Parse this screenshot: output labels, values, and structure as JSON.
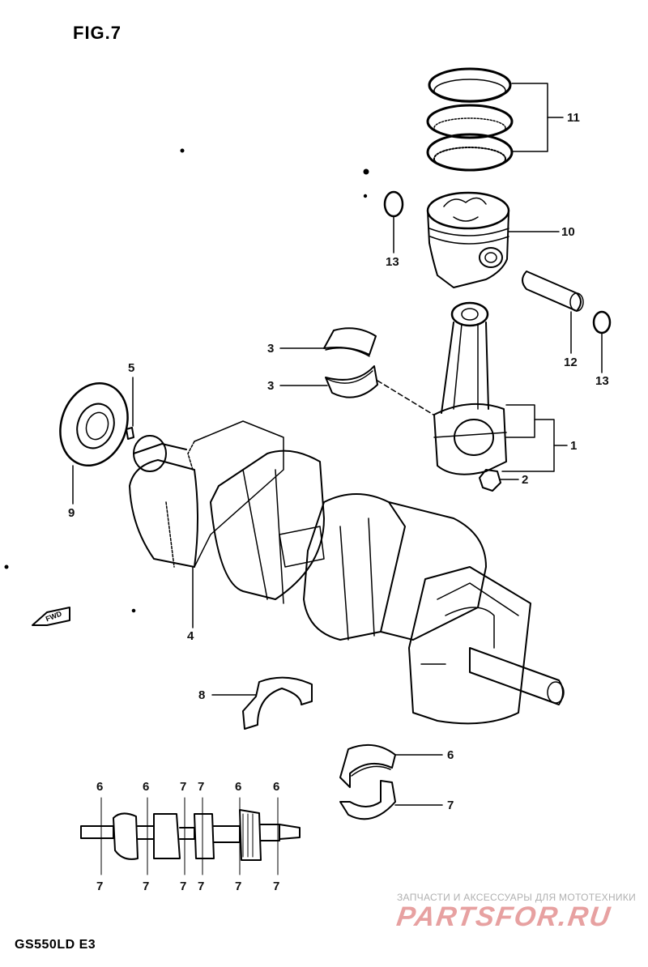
{
  "figure": {
    "title": "FIG.7",
    "model": "GS550LD  E3"
  },
  "fwd_label": "FWD",
  "watermark": {
    "caption": "ЗАПЧАСТИ И АКСЕССУАРЫ ДЛЯ МОТОТЕХНИКИ",
    "brand": "PARTSFOR.RU"
  },
  "callouts": {
    "c1": "1",
    "c2": "2",
    "c3a": "3",
    "c3b": "3",
    "c4": "4",
    "c5": "5",
    "c6": "6",
    "c7": "7",
    "c8": "8",
    "c9": "9",
    "c10": "10",
    "c11": "11",
    "c12": "12",
    "c13a": "13",
    "c13b": "13"
  },
  "bearing_map": {
    "top": [
      "6",
      "6",
      "7",
      "7",
      "6",
      "6"
    ],
    "bottom": [
      "7",
      "7",
      "7",
      "7",
      "7",
      "7"
    ]
  }
}
